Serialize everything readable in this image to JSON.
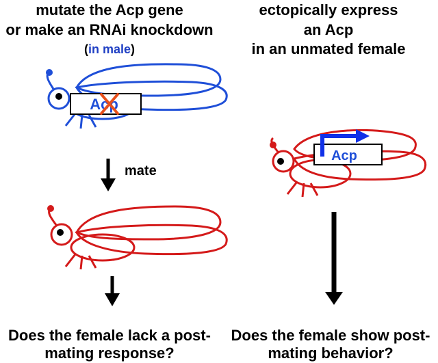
{
  "left": {
    "title_line1": "mutate the Acp gene",
    "title_line2": "or make an RNAi knockdown",
    "sub_open": "(",
    "sub_highlight": "in male",
    "sub_close": ")",
    "gene_label": "Acp",
    "arrow_label": "mate",
    "question_line1": "Does the female lack a post-",
    "question_line2": "mating response?"
  },
  "right": {
    "title_line1": "ectopically express",
    "title_line2": "an Acp",
    "title_line3": "in an unmated female",
    "gene_label": "Acp",
    "question_line1": "Does the female show post-",
    "question_line2": "mating behavior?"
  },
  "colors": {
    "male": "#1f4fd8",
    "female": "#d41a1a",
    "cross": "#e8501c",
    "arrow": "#000000",
    "promoter_arrow": "#1030e8"
  }
}
